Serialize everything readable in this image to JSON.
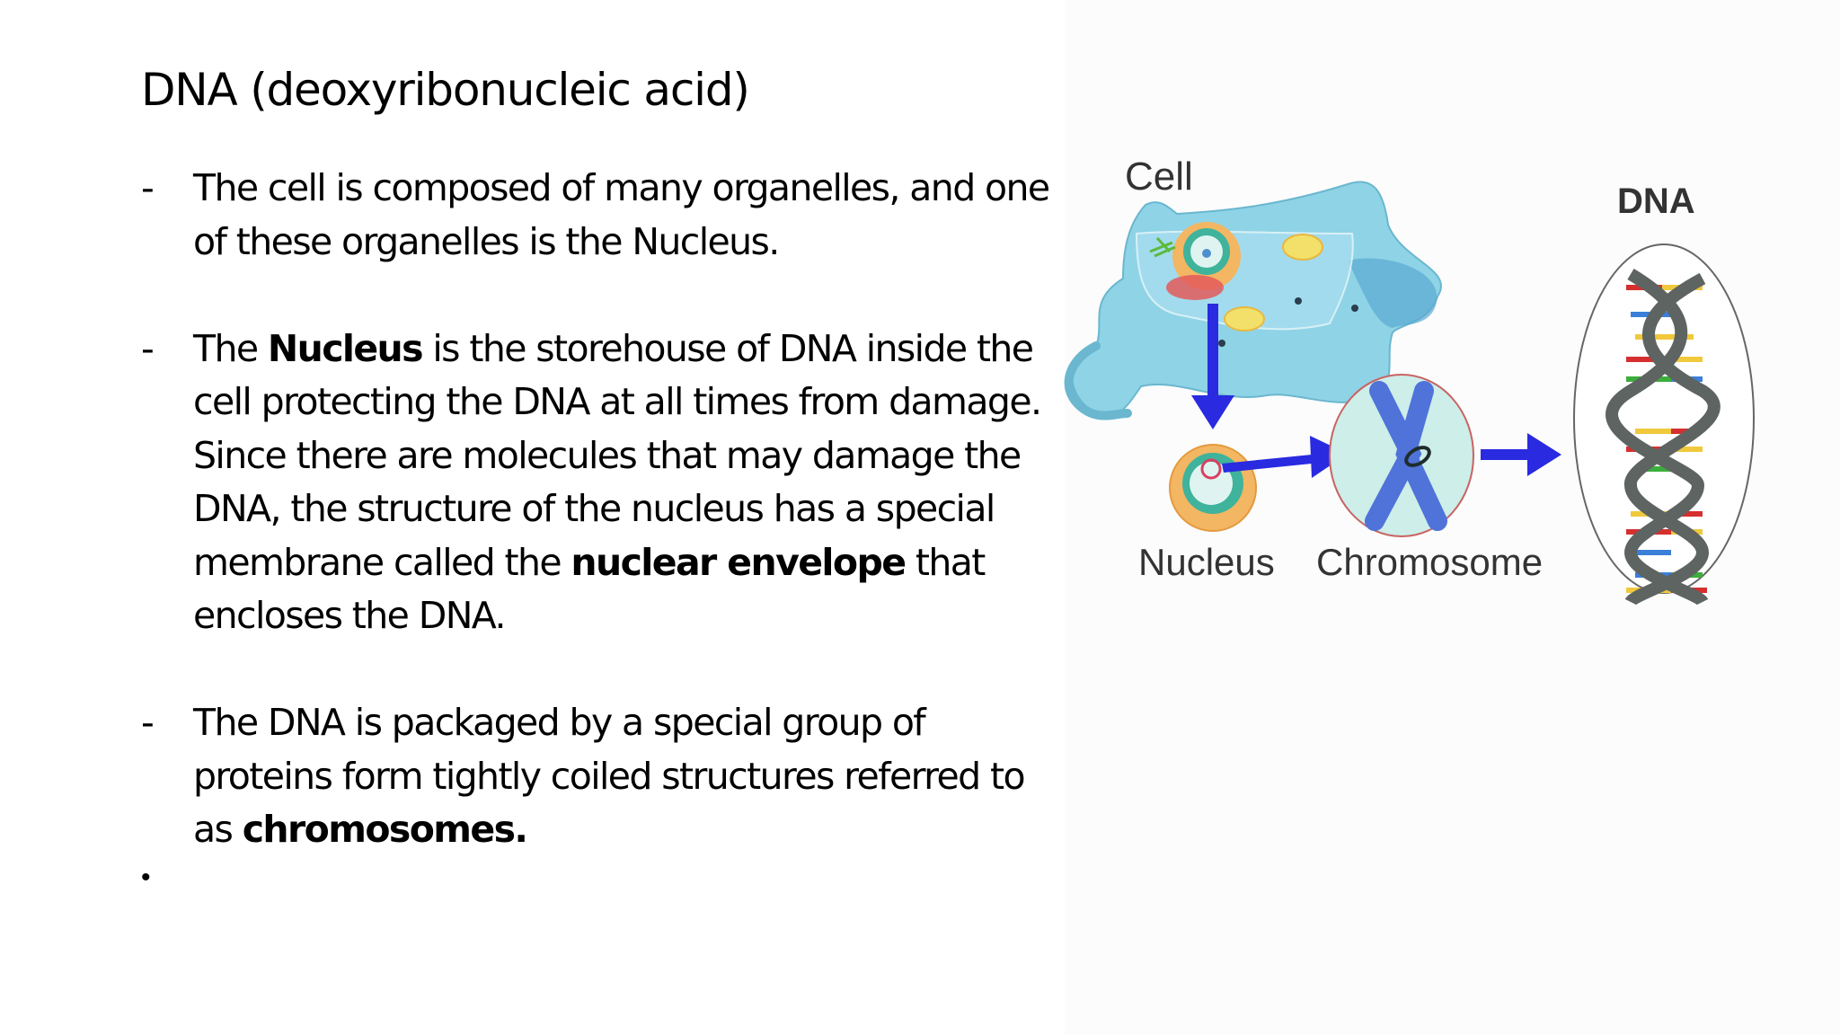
{
  "slide": {
    "title": "DNA (deoxyribonucleic acid)",
    "paragraphs": [
      {
        "marker": "-",
        "segments": [
          {
            "text": "The cell is composed of many organelles, and one of these organelles is the Nucleus.",
            "bold": false
          }
        ]
      },
      {
        "marker": "-",
        "segments": [
          {
            "text": "The ",
            "bold": false
          },
          {
            "text": "Nucleus",
            "bold": true
          },
          {
            "text": " is the storehouse of DNA inside the cell protecting the DNA at all times from damage. Since there are molecules that may damage the DNA, the structure of the nucleus has a special membrane called the ",
            "bold": false
          },
          {
            "text": "nuclear envelope",
            "bold": true
          },
          {
            "text": " that encloses the DNA.",
            "bold": false
          }
        ]
      },
      {
        "marker": "-",
        "segments": [
          {
            "text": "The DNA is packaged by a special group of proteins form tightly coiled structures referred to as ",
            "bold": false
          },
          {
            "text": "chromosomes.",
            "bold": true
          }
        ]
      }
    ],
    "empty_bullet": "•"
  },
  "figure": {
    "labels": {
      "cell": "Cell",
      "nucleus": "Nucleus",
      "chromosome": "Chromosome",
      "dna": "DNA"
    },
    "colors": {
      "arrow": "#2a2ae0",
      "cell_fill": "#8fd3e6",
      "cell_dark": "#5aa9d1",
      "nucleus_outer": "#f3b663",
      "nucleus_inner": "#3fb39b",
      "chromosome_bg": "#cdeee9",
      "chromosome": "#4f73d9",
      "helix": "#5e6462",
      "base_red": "#d62f2f",
      "base_yellow": "#f0c93c",
      "base_blue": "#3b7fd9",
      "base_green": "#3cae3c"
    }
  }
}
